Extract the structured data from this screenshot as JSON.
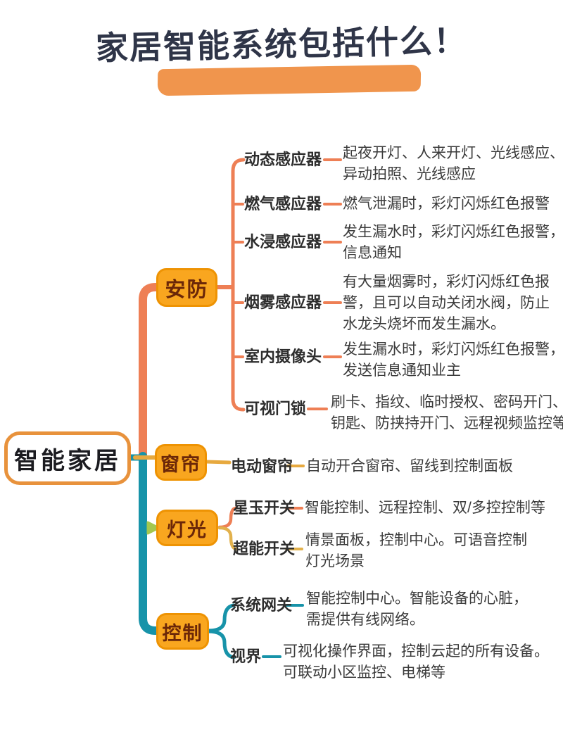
{
  "title": {
    "text": "家居智能系统包括什么！"
  },
  "root": {
    "label": "智能家居"
  },
  "branches": [
    {
      "label": "安防",
      "children": [
        {
          "label": "动态感应器",
          "desc": "起夜开灯、人来开灯、光线感应、异动拍照、光线感应"
        },
        {
          "label": "燃气感应器",
          "desc": "燃气泄漏时，彩灯闪烁红色报警"
        },
        {
          "label": "水浸感应器",
          "desc": "发生漏水时，彩灯闪烁红色报警，信息通知"
        },
        {
          "label": "烟雾感应器",
          "desc": "有大量烟雾时，彩灯闪烁红色报警，且可以自动关闭水阀，防止水龙头烧坏而发生漏水。"
        },
        {
          "label": "室内摄像头",
          "desc": "发生漏水时，彩灯闪烁红色报警，发送信息通知业主"
        },
        {
          "label": "可视门锁",
          "desc": "刷卡、指纹、临时授权、密码开门、钥匙、防挟持开门、远程视频监控等"
        }
      ]
    },
    {
      "label": "窗帘",
      "children": [
        {
          "label": "电动窗帘",
          "desc": "自动开合窗帘、留线到控制面板"
        }
      ]
    },
    {
      "label": "灯光",
      "children": [
        {
          "label": "星玉开关",
          "desc": "智能控制、远程控制、双/多控控制等"
        },
        {
          "label": "超能开关",
          "desc": "情景面板，控制中心。可语音控制灯光场景"
        }
      ]
    },
    {
      "label": "控制",
      "children": [
        {
          "label": "系统网关",
          "desc": "智能控制中心。智能设备的心脏，需提供有线网络。"
        },
        {
          "label": "视界",
          "desc": "可视化操作界面，控制云起的所有设备。可联动小区监控、电梯等"
        }
      ]
    }
  ],
  "colors": {
    "security_line": "#EE7F55",
    "control_line": "#1793A9",
    "curtain_line": "#E7A93F",
    "lighting_arrow": "#A4C74E",
    "node_fill": "#F9A61F",
    "node_border": "#EE9303",
    "node_text": "#6B2708",
    "title_highlight": "#F0954D",
    "title_text": "#2F3548",
    "root_border": "#E8923C"
  }
}
